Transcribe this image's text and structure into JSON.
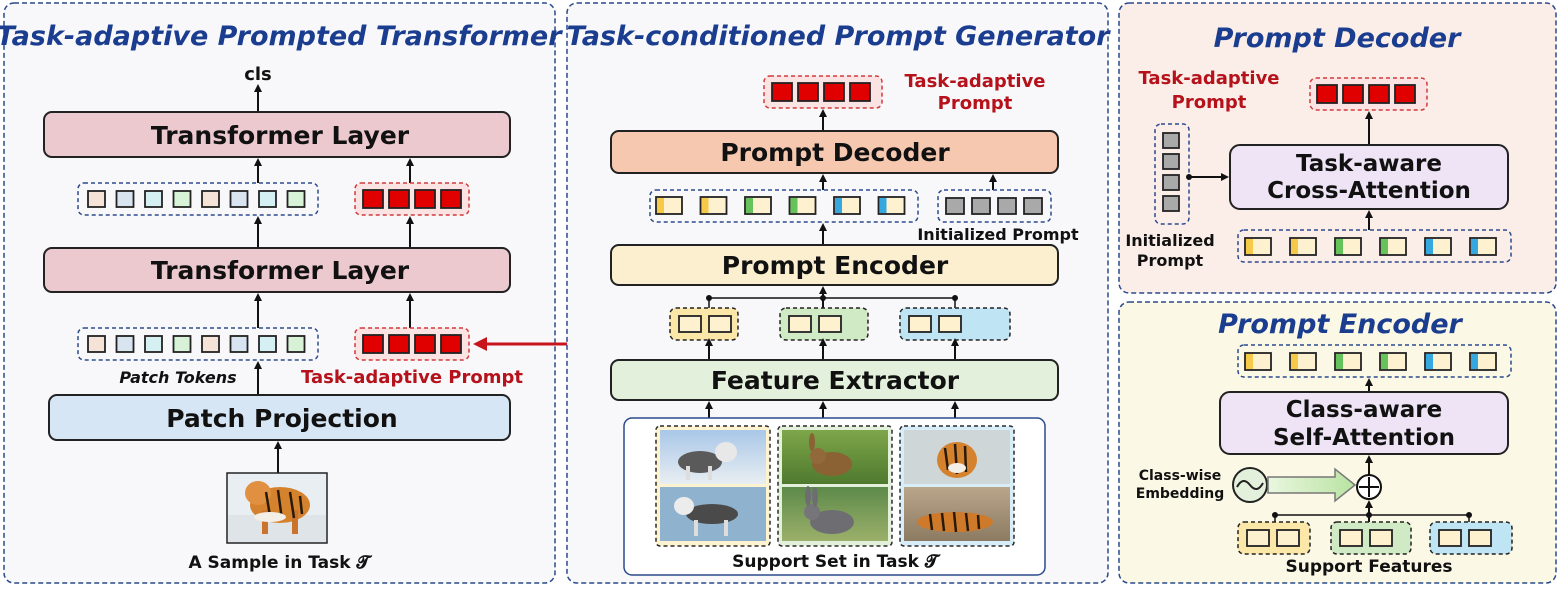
{
  "panels": {
    "transformer": {
      "title": "Task-adaptive Prompted Transformer",
      "output_label": "cls",
      "layer_top": "Transformer Layer",
      "layer_bottom": "Transformer Layer",
      "patch_tokens_label": "Patch Tokens",
      "prompt_label": "Task-adaptive Prompt",
      "patch_projection": "Patch Projection",
      "sample_label": "A Sample in Task 𝓣"
    },
    "generator": {
      "title": "Task-conditioned  Prompt Generator",
      "output_label_line1": "Task-adaptive",
      "output_label_line2": "Prompt",
      "decoder": "Prompt Decoder",
      "initialized_prompt": "Initialized Prompt",
      "encoder": "Prompt Encoder",
      "feature_extractor": "Feature Extractor",
      "support_set_label": "Support Set in Task 𝓣"
    },
    "decoder_detail": {
      "title": "Prompt Decoder",
      "prompt_label_line1": "Task-adaptive",
      "prompt_label_line2": "Prompt",
      "attention_line1": "Task-aware",
      "attention_line2": "Cross-Attention",
      "init_label_line1": "Initialized",
      "init_label_line2": "Prompt"
    },
    "encoder_detail": {
      "title": "Prompt Encoder",
      "attention_line1": "Class-aware",
      "attention_line2": "Self-Attention",
      "embedding_line1": "Class-wise",
      "embedding_line2": "Embedding",
      "support_features": "Support Features"
    }
  },
  "colors": {
    "panel_border": "#2a4a8c",
    "title_blue": "#1a3d8f",
    "prompt_red": "#e00000",
    "label_red": "#b5121b",
    "transformer_layer": "#ecc8cf",
    "patch_projection": "#d7e6f5",
    "decoder_fill": "#f6c8b0",
    "encoder_fill": "#fcefd0",
    "extractor_fill": "#e3f1dc",
    "class_yellow": "#f7c948",
    "class_green": "#66c25a",
    "class_blue": "#35a8e0",
    "token_gray": "#a9a9a9",
    "attention_fill": "#efe4f5"
  },
  "icons": {
    "sample_image": "tiger-photo",
    "support_images": [
      "husky-photo",
      "rabbit-photo",
      "tiger-photo"
    ],
    "embedding": "embedding-circle-icon",
    "add": "circled-plus-icon"
  }
}
